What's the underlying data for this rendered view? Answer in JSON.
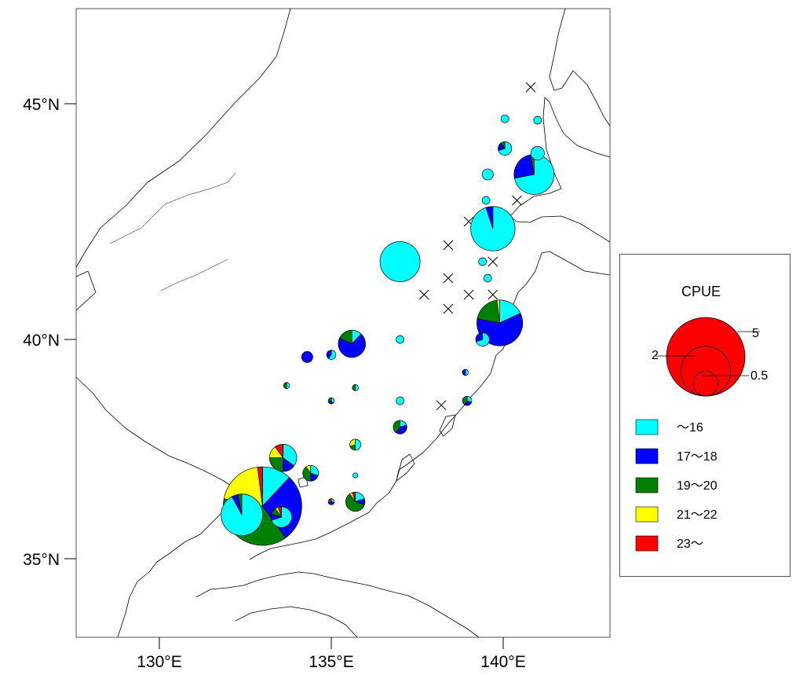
{
  "axes": {
    "longitude_ticks": [
      "130°E",
      "135°E",
      "140°E"
    ],
    "latitude_ticks": [
      "45°N",
      "40°N",
      "35°N"
    ]
  },
  "legend": {
    "title": "CPUE",
    "size_labels": [
      "5",
      "2",
      "0.5"
    ],
    "size_values": [
      5,
      2,
      0.5
    ],
    "categories": [
      {
        "label": "～16",
        "color": "#00ffff"
      },
      {
        "label": "17～18",
        "color": "#0000ff"
      },
      {
        "label": "19～20",
        "color": "#008000"
      },
      {
        "label": "21～22",
        "color": "#ffff00"
      },
      {
        "label": "23～",
        "color": "#ff0000"
      }
    ]
  },
  "pie_stations": [
    {
      "lon": 140.05,
      "lat": 44.68,
      "cpue": 0.05,
      "shares": [
        1,
        0,
        0,
        0,
        0
      ]
    },
    {
      "lon": 141.0,
      "lat": 44.65,
      "cpue": 0.05,
      "shares": [
        1,
        0,
        0,
        0,
        0
      ]
    },
    {
      "lon": 140.05,
      "lat": 44.05,
      "cpue": 0.15,
      "shares": [
        0.7,
        0.2,
        0.1,
        0,
        0
      ]
    },
    {
      "lon": 141.0,
      "lat": 43.95,
      "cpue": 0.15,
      "shares": [
        1,
        0,
        0,
        0,
        0
      ]
    },
    {
      "lon": 139.55,
      "lat": 43.5,
      "cpue": 0.1,
      "shares": [
        1,
        0,
        0,
        0,
        0
      ]
    },
    {
      "lon": 140.9,
      "lat": 43.5,
      "cpue": 1.3,
      "shares": [
        0.72,
        0.25,
        0.03,
        0,
        0
      ]
    },
    {
      "lon": 139.5,
      "lat": 42.95,
      "cpue": 0.05,
      "shares": [
        1,
        0,
        0,
        0,
        0
      ]
    },
    {
      "lon": 139.7,
      "lat": 42.35,
      "cpue": 1.6,
      "shares": [
        0.95,
        0.05,
        0,
        0,
        0
      ]
    },
    {
      "lon": 137.0,
      "lat": 41.65,
      "cpue": 1.3,
      "shares": [
        1,
        0,
        0,
        0,
        0
      ]
    },
    {
      "lon": 139.4,
      "lat": 41.65,
      "cpue": 0.05,
      "shares": [
        1,
        0,
        0,
        0,
        0
      ]
    },
    {
      "lon": 139.55,
      "lat": 41.3,
      "cpue": 0.05,
      "shares": [
        1,
        0,
        0,
        0,
        0
      ]
    },
    {
      "lon": 139.9,
      "lat": 40.35,
      "cpue": 1.7,
      "shares": [
        0.18,
        0.6,
        0.2,
        0.02,
        0
      ]
    },
    {
      "lon": 135.6,
      "lat": 39.9,
      "cpue": 0.6,
      "shares": [
        0.12,
        0.7,
        0.18,
        0,
        0
      ]
    },
    {
      "lon": 137.0,
      "lat": 40.0,
      "cpue": 0.05,
      "shares": [
        1,
        0,
        0,
        0,
        0
      ]
    },
    {
      "lon": 139.4,
      "lat": 40.0,
      "cpue": 0.15,
      "shares": [
        0.7,
        0.3,
        0,
        0,
        0
      ]
    },
    {
      "lon": 134.3,
      "lat": 39.6,
      "cpue": 0.1,
      "shares": [
        0,
        1,
        0,
        0,
        0
      ]
    },
    {
      "lon": 135.0,
      "lat": 39.65,
      "cpue": 0.07,
      "shares": [
        0.6,
        0.4,
        0,
        0,
        0
      ]
    },
    {
      "lon": 138.9,
      "lat": 39.25,
      "cpue": 0.03,
      "shares": [
        0.5,
        0.5,
        0,
        0,
        0
      ]
    },
    {
      "lon": 133.7,
      "lat": 38.95,
      "cpue": 0.03,
      "shares": [
        0.5,
        0,
        0.5,
        0,
        0
      ]
    },
    {
      "lon": 135.7,
      "lat": 38.9,
      "cpue": 0.03,
      "shares": [
        0.5,
        0,
        0.5,
        0,
        0
      ]
    },
    {
      "lon": 135.0,
      "lat": 38.6,
      "cpue": 0.03,
      "shares": [
        0.4,
        0.3,
        0.3,
        0,
        0
      ]
    },
    {
      "lon": 137.0,
      "lat": 38.6,
      "cpue": 0.05,
      "shares": [
        1,
        0,
        0,
        0,
        0
      ]
    },
    {
      "lon": 138.95,
      "lat": 38.6,
      "cpue": 0.07,
      "shares": [
        0.3,
        0.3,
        0.4,
        0,
        0
      ]
    },
    {
      "lon": 137.0,
      "lat": 38.0,
      "cpue": 0.15,
      "shares": [
        0.2,
        0.4,
        0.4,
        0,
        0
      ]
    },
    {
      "lon": 135.7,
      "lat": 37.6,
      "cpue": 0.1,
      "shares": [
        0.5,
        0,
        0.2,
        0.3,
        0
      ]
    },
    {
      "lon": 133.6,
      "lat": 37.3,
      "cpue": 0.6,
      "shares": [
        0.35,
        0.15,
        0.25,
        0.15,
        0.1
      ]
    },
    {
      "lon": 134.4,
      "lat": 36.95,
      "cpue": 0.2,
      "shares": [
        0.3,
        0.2,
        0.4,
        0.1,
        0
      ]
    },
    {
      "lon": 135.7,
      "lat": 36.9,
      "cpue": 0.02,
      "shares": [
        1,
        0,
        0,
        0,
        0
      ]
    },
    {
      "lon": 135.0,
      "lat": 36.3,
      "cpue": 0.03,
      "shares": [
        0.3,
        0.4,
        0,
        0,
        0.3
      ]
    },
    {
      "lon": 135.7,
      "lat": 36.3,
      "cpue": 0.3,
      "shares": [
        0.2,
        0.1,
        0.6,
        0.05,
        0.05
      ]
    },
    {
      "lon": 133.0,
      "lat": 36.2,
      "cpue": 5,
      "shares": [
        0.12,
        0.28,
        0.38,
        0.2,
        0.02
      ]
    },
    {
      "lon": 132.4,
      "lat": 36.0,
      "cpue": 1.4,
      "shares": [
        0.92,
        0.05,
        0.03,
        0,
        0
      ]
    },
    {
      "lon": 133.55,
      "lat": 35.95,
      "cpue": 0.35,
      "shares": [
        0.7,
        0.1,
        0.1,
        0.05,
        0.05
      ]
    }
  ],
  "zero_catch_stations": [
    {
      "lon": 140.8,
      "lat": 45.35
    },
    {
      "lon": 140.4,
      "lat": 42.95
    },
    {
      "lon": 139.0,
      "lat": 42.5
    },
    {
      "lon": 138.4,
      "lat": 42.0
    },
    {
      "lon": 139.7,
      "lat": 41.65
    },
    {
      "lon": 138.4,
      "lat": 41.3
    },
    {
      "lon": 137.7,
      "lat": 40.95
    },
    {
      "lon": 139.0,
      "lat": 40.95
    },
    {
      "lon": 139.7,
      "lat": 40.95
    },
    {
      "lon": 138.4,
      "lat": 40.65
    },
    {
      "lon": 138.2,
      "lat": 38.5
    }
  ]
}
